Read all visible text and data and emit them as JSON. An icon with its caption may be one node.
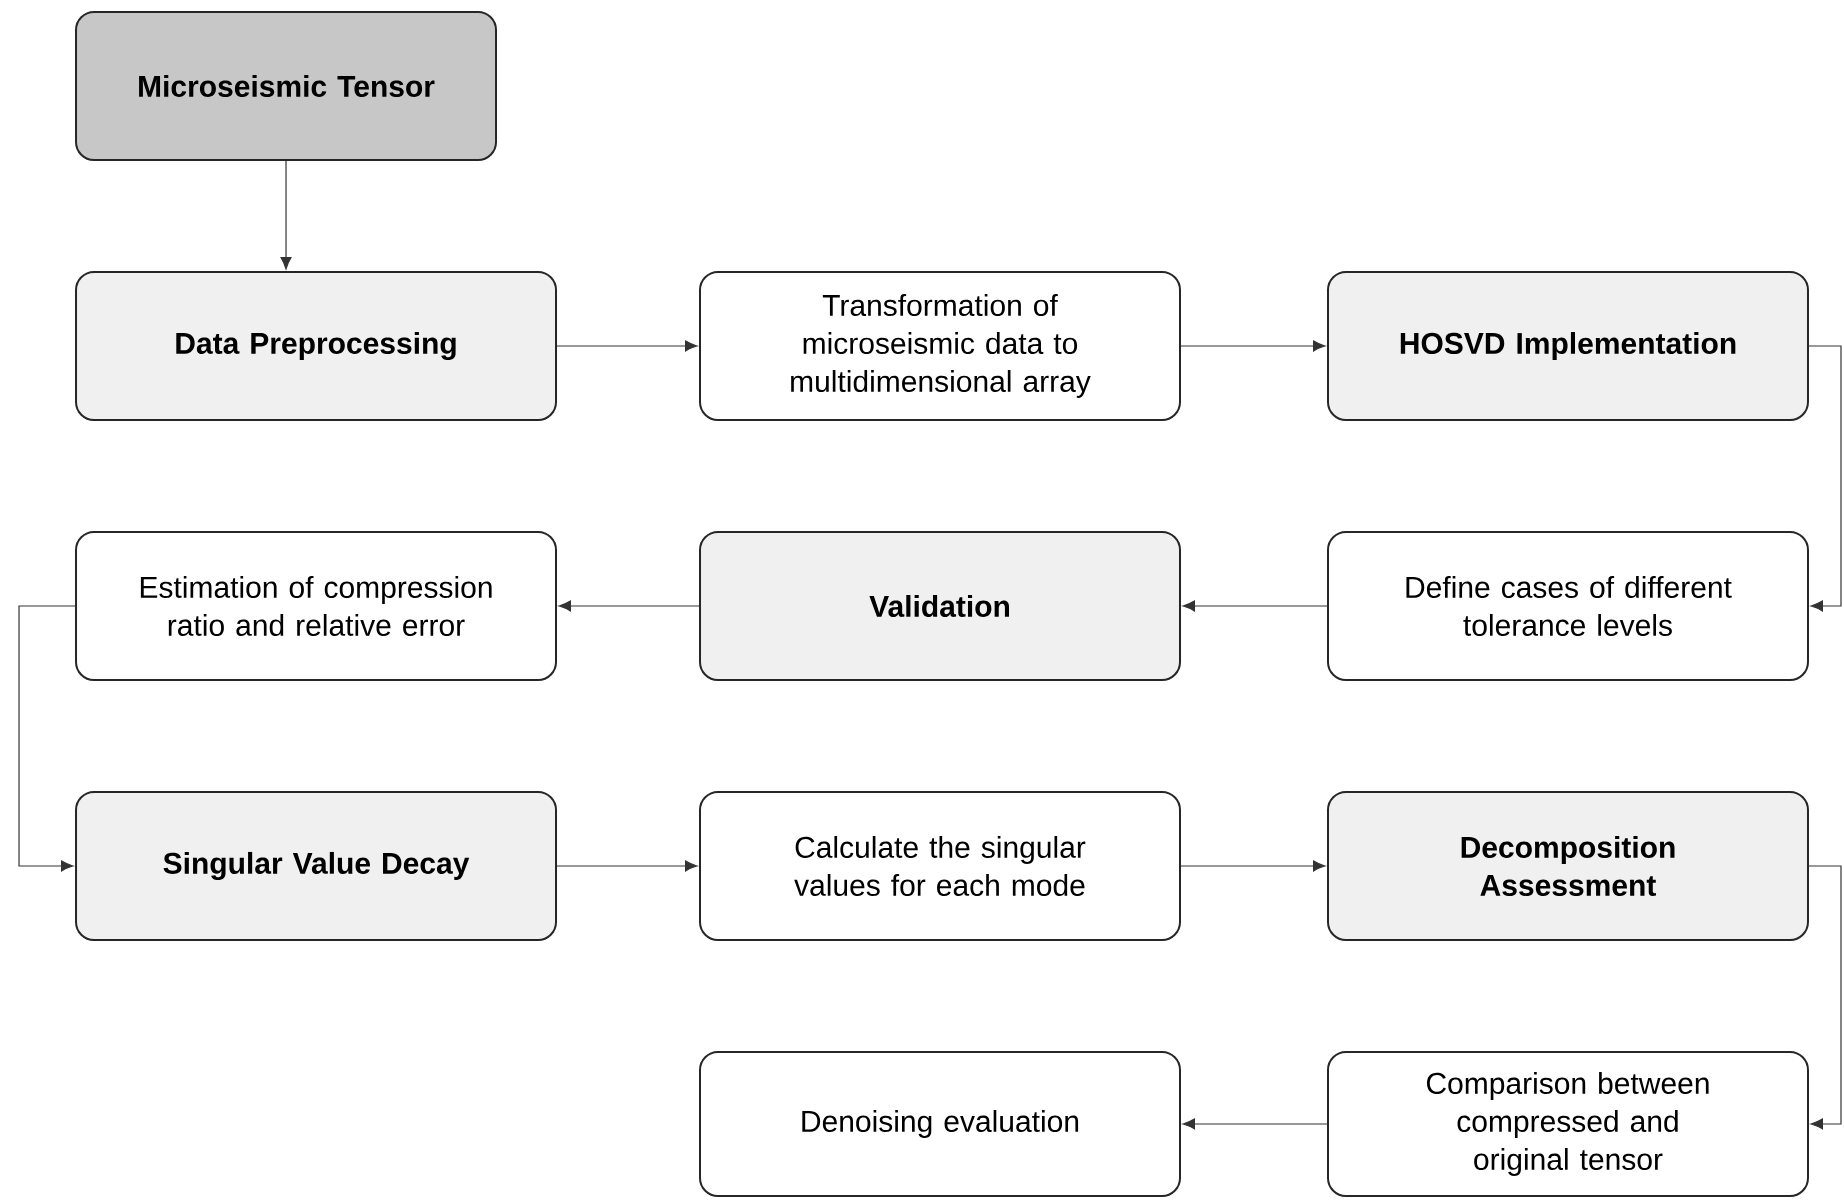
{
  "diagram": {
    "nodes": [
      {
        "text": [
          "Microseismic Tensor"
        ]
      },
      {
        "text": [
          "Data Preprocessing"
        ]
      },
      {
        "text": [
          "Transformation of microseismic data to multidimensional array"
        ]
      },
      {
        "text": [
          "HOSVD Implementation"
        ]
      },
      {
        "text": [
          "Estimation of compression ratio and relative error"
        ]
      },
      {
        "text": [
          "Validation"
        ]
      },
      {
        "text": [
          "Define cases of different tolerance levels"
        ]
      },
      {
        "text": [
          "Singular Value Decay"
        ]
      },
      {
        "text": [
          "Calculate the singular values for each mode"
        ]
      },
      {
        "text": [
          "Decomposition Assessment"
        ]
      },
      {
        "text": [
          "Denoising evaluation"
        ]
      },
      {
        "text": [
          "Comparison between compressed and original tensor"
        ]
      }
    ],
    "edges": [
      {
        "from": 0,
        "to": 1,
        "arrow": "to"
      },
      {
        "from": 1,
        "to": 2,
        "arrow": "to"
      },
      {
        "from": 2,
        "to": 3,
        "arrow": "to"
      },
      {
        "from": 3,
        "to": 6,
        "arrow": "to"
      },
      {
        "from": 6,
        "to": 5,
        "arrow": "to"
      },
      {
        "from": 5,
        "to": 4,
        "arrow": "to"
      },
      {
        "from": 4,
        "to": 7,
        "arrow": "to"
      },
      {
        "from": 7,
        "to": 8,
        "arrow": "to"
      },
      {
        "from": 8,
        "to": 9,
        "arrow": "to"
      },
      {
        "from": 9,
        "to": 11,
        "arrow": "to"
      },
      {
        "from": 11,
        "to": 10,
        "arrow": "to"
      }
    ]
  }
}
